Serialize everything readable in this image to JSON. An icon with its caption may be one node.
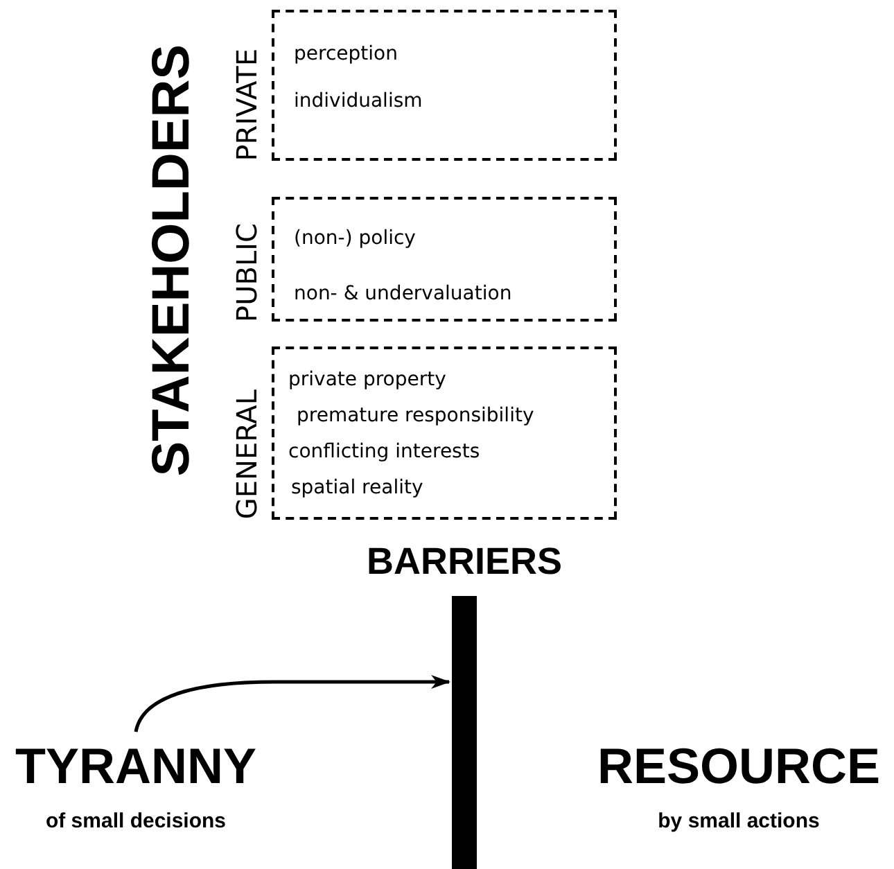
{
  "diagram": {
    "nodes": [
      {
        "text": [
          "PRIVATE",
          "perception",
          "individualism"
        ]
      },
      {
        "text": [
          "PUBLIC",
          "(non-) policy",
          "non- & undervaluation"
        ]
      },
      {
        "text": [
          "GENERAL",
          "private property",
          "premature responsibility",
          "conflicting interests",
          "spatial reality"
        ]
      },
      {
        "text": [
          "BARRIERS"
        ]
      },
      {
        "text": [
          "TYRANNY",
          "of small decisions"
        ]
      },
      {
        "text": [
          "RESOURCE",
          "by small actions"
        ]
      }
    ],
    "edges": [
      {
        "from": 4,
        "to": 3,
        "arrow": "to"
      }
    ],
    "labels": [
      "STAKEHOLDERS"
    ]
  }
}
